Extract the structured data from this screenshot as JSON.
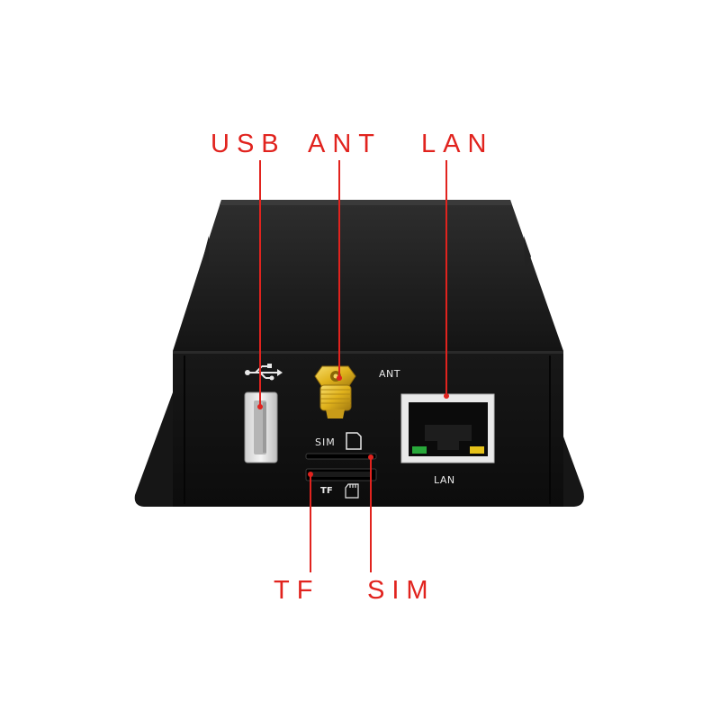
{
  "callouts": {
    "usb": "USB",
    "ant": "ANT",
    "lan": "LAN",
    "tf": "TF",
    "sim": "SIM"
  },
  "panel_labels": {
    "ant": "ANT",
    "sim": "SIM",
    "tf": "TF",
    "lan": "LAN"
  },
  "colors": {
    "callout_red": "#e1231e",
    "enclosure": "#111111",
    "connector_gold": "#e3b51e",
    "led_green": "#28a83a",
    "led_yellow": "#e6c21a"
  }
}
